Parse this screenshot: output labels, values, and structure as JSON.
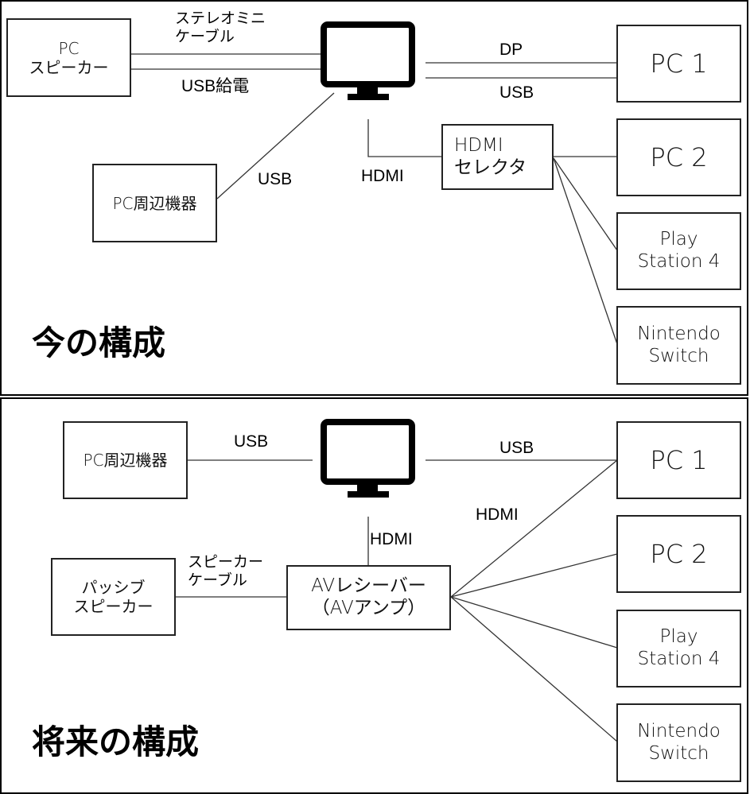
{
  "current": {
    "title": "今の構成",
    "devices": {
      "pc_speaker": [
        "PC",
        "スピーカー"
      ],
      "pc_peripherals": "PC周辺機器",
      "hdmi_selector": [
        "HDMI",
        "セレクタ"
      ],
      "pc1": "PC 1",
      "pc2": "PC 2",
      "ps4": [
        "Play",
        "Station 4"
      ],
      "switch": [
        "Nintendo",
        "Switch"
      ]
    },
    "connections": {
      "stereo_mini": [
        "ステレオミニ",
        "ケーブル"
      ],
      "usb_power": "USB給電",
      "usb_peripherals": "USB",
      "dp": "DP",
      "usb_pc1": "USB",
      "hdmi": "HDMI"
    },
    "icons": {
      "monitor": "monitor-icon"
    }
  },
  "future": {
    "title": "将来の構成",
    "devices": {
      "pc_peripherals": "PC周辺機器",
      "passive_speaker": [
        "パッシブ",
        "スピーカー"
      ],
      "av_receiver": [
        "AVレシーバー",
        "（AVアンプ）"
      ],
      "pc1": "PC 1",
      "pc2": "PC 2",
      "ps4": [
        "Play",
        "Station 4"
      ],
      "switch": [
        "Nintendo",
        "Switch"
      ]
    },
    "connections": {
      "usb_peripherals": "USB",
      "usb_pc1": "USB",
      "hdmi_monitor": "HDMI",
      "hdmi_sources": "HDMI",
      "speaker_cable": [
        "スピーカー",
        "ケーブル"
      ]
    },
    "icons": {
      "monitor": "monitor-icon"
    }
  }
}
